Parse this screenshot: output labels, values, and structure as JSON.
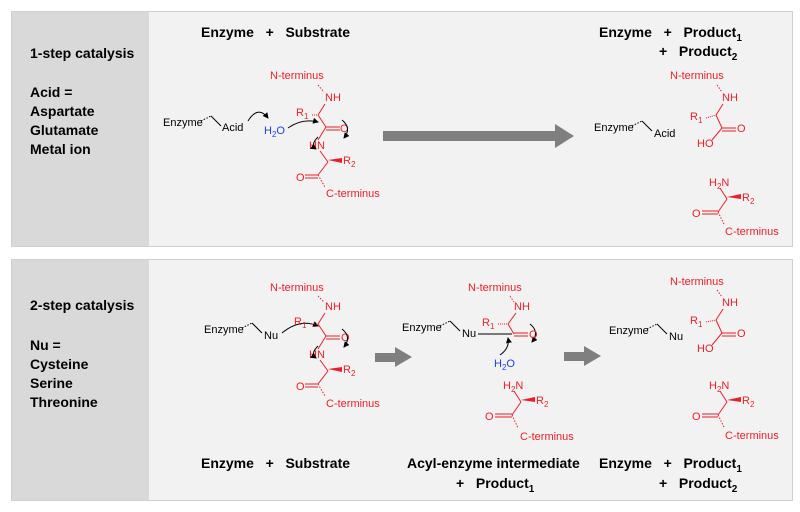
{
  "panel1": {
    "title": "1-step catalysis",
    "catalysts": [
      "Acid =",
      "Aspartate",
      "Glutamate",
      "Metal ion"
    ],
    "left_label": {
      "enzyme": "Enzyme",
      "plus": "+",
      "substrate": "Substrate"
    },
    "right_label": {
      "enzyme": "Enzyme",
      "plus1": "+",
      "product1": "Product",
      "sub1": "1",
      "plus2": "+",
      "product2": "Product",
      "sub2": "2"
    }
  },
  "panel2": {
    "title": "2-step catalysis",
    "catalysts": [
      "Nu =",
      "Cysteine",
      "Serine",
      "Threonine"
    ],
    "left_label": {
      "enzyme": "Enzyme",
      "plus": "+",
      "substrate": "Substrate"
    },
    "middle_label": {
      "line1": "Acyl-enzyme intermediate",
      "plus": "+",
      "product": "Product",
      "sub": "1"
    },
    "right_label": {
      "enzyme": "Enzyme",
      "plus1": "+",
      "product1": "Product",
      "sub1": "1",
      "plus2": "+",
      "product2": "Product",
      "sub2": "2"
    }
  },
  "chem": {
    "enzyme": "Enzyme",
    "acid": "Acid",
    "nu": "Nu",
    "water": "H",
    "water_sub": "2",
    "water_o": "O",
    "n_terminus": "N-terminus",
    "c_terminus": "C-terminus",
    "nh": "NH",
    "hn": "HN",
    "h2n": "H",
    "h2n_sub": "2",
    "h2n_n": "N",
    "ho": "HO",
    "r": "R",
    "r1_sub": "1",
    "r2_sub": "2",
    "o": "O"
  },
  "colors": {
    "substrate": "#e8202a",
    "water": "#2040e0",
    "arrow": "#7f7f7f",
    "panel": "#f2f2f2",
    "side": "#d9d9d9"
  }
}
